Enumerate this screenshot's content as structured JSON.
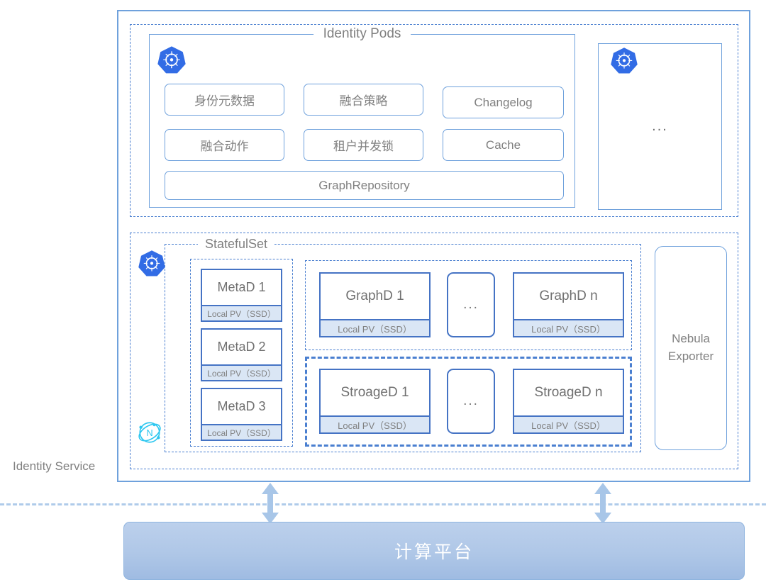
{
  "service": {
    "label": "Identity Service"
  },
  "pods_section": {
    "legend": "Identity Pods",
    "k8s_icon": "kubernetes-icon",
    "modules": [
      {
        "label": "身份元数据"
      },
      {
        "label": "融合策略"
      },
      {
        "label": "Changelog"
      },
      {
        "label": "融合动作"
      },
      {
        "label": "租户并发锁"
      },
      {
        "label": "Cache"
      }
    ],
    "repository": {
      "label": "GraphRepository"
    },
    "ellipsis_card": {
      "label": "...",
      "k8s_icon": "kubernetes-icon"
    }
  },
  "statefulset_section": {
    "legend": "StatefulSet",
    "k8s_icon": "kubernetes-icon",
    "nebula_icon": "nebula-graph-icon",
    "pv_label": "Local PV（SSD）",
    "metad_nodes": [
      {
        "title": "MetaD 1",
        "pv": "Local PV（SSD）"
      },
      {
        "title": "MetaD 2",
        "pv": "Local PV（SSD）"
      },
      {
        "title": "MetaD 3",
        "pv": "Local PV（SSD）"
      }
    ],
    "graphd_row": {
      "first": {
        "title": "GraphD 1",
        "pv": "Local PV（SSD）"
      },
      "ellipsis": "...",
      "last": {
        "title": "GraphD n",
        "pv": "Local PV（SSD）"
      }
    },
    "storaged_row": {
      "first": {
        "title": "StroageD 1",
        "pv": "Local PV（SSD）"
      },
      "ellipsis": "...",
      "last": {
        "title": "StroageD n",
        "pv": "Local PV（SSD）"
      }
    },
    "exporter": {
      "line1": "Nebula",
      "line2": "Exporter"
    }
  },
  "compute_platform": {
    "label": "计算平台"
  },
  "colors": {
    "frame_border": "#6FA1DC",
    "dashed_border": "#4A7FD0",
    "node_border": "#4573C4",
    "pv_fill": "#DAE6F5",
    "text_gray": "#808080",
    "k8s_blue": "#326CE5",
    "nebula_cyan": "#2EC7F0",
    "arrow_blue": "#A8C6E8",
    "platform_top": "#BCD0EC",
    "platform_bottom": "#9FBBE2"
  }
}
